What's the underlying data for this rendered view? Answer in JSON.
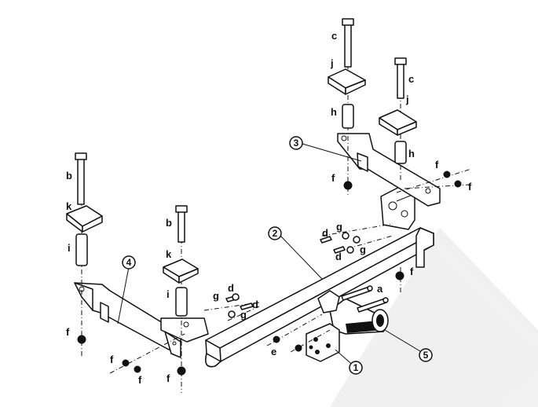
{
  "labels": {
    "a": "a",
    "b": "b",
    "c": "c",
    "d": "d",
    "e": "e",
    "f": "f",
    "g": "g",
    "h": "h",
    "i": "i",
    "j": "j",
    "k": "k"
  },
  "callouts": {
    "p1": "1",
    "p2": "2",
    "p3": "3",
    "p4": "4",
    "p5": "5"
  },
  "watermark_color": "#f0f0f0"
}
